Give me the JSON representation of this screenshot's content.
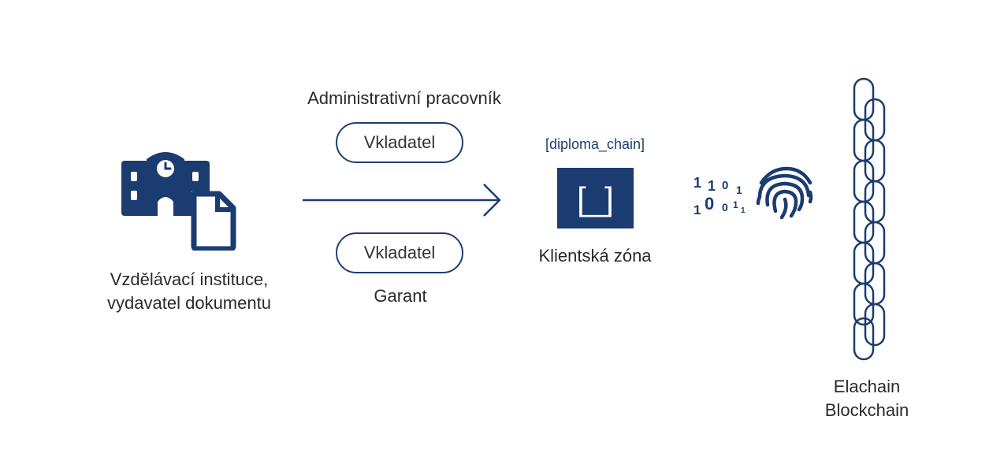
{
  "institution": {
    "icon": "school-with-document-icon",
    "label_line1": "Vzdělávací instituce,",
    "label_line2": "vydavatel dokumentu"
  },
  "roles": {
    "top_caption": "Administrativní pracovník",
    "top_pill": "Vkladatel",
    "bottom_pill": "Vkladatel",
    "bottom_caption": "Garant"
  },
  "client_zone": {
    "brand": "[diploma_chain]",
    "logo_glyph": "[_]",
    "label": "Klientská zóna"
  },
  "signing": {
    "binary_icon": "binary-digits-icon",
    "binary_digits": [
      "1",
      "1",
      "0",
      "1",
      "1",
      "0",
      "0",
      "1",
      "1"
    ],
    "fingerprint_icon": "fingerprint-icon"
  },
  "blockchain": {
    "icon": "chain-icon",
    "label_line1": "Elachain",
    "label_line2": "Blockchain"
  },
  "colors": {
    "navy": "#1b3c70",
    "text": "#2a2a2a"
  }
}
